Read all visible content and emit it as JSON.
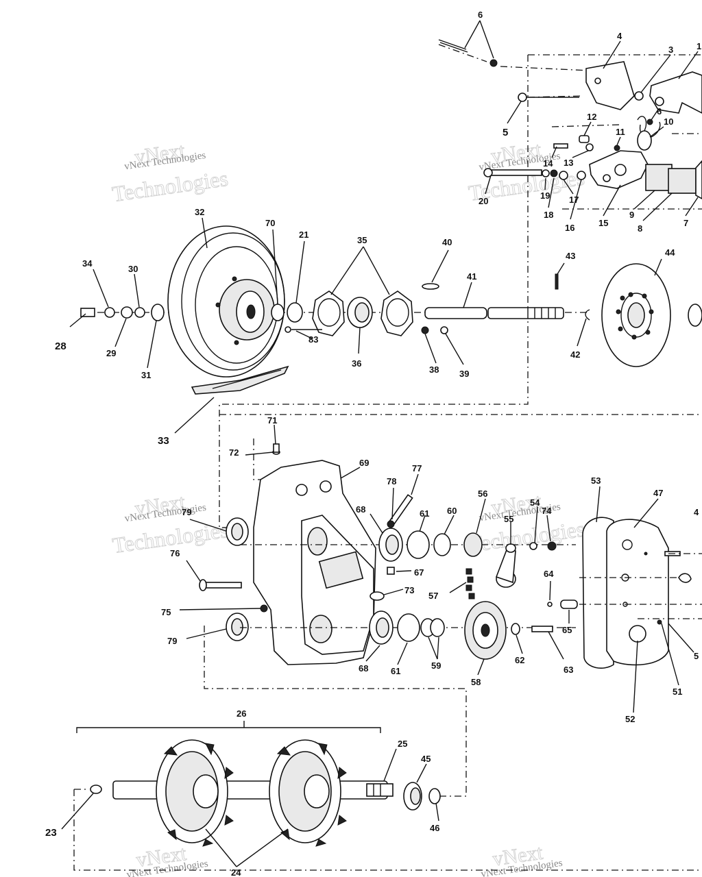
{
  "watermark": {
    "line1": "vNext Technologies",
    "word_a": "vNext",
    "word_b": "Technologies"
  },
  "callouts": {
    "p1": "1",
    "p3": "3",
    "p4": "4",
    "p5": "5",
    "p6": "6",
    "p7": "7",
    "p8": "8",
    "p9": "9",
    "p10": "10",
    "p11": "11",
    "p12": "12",
    "p13": "13",
    "p14": "14",
    "p15": "15",
    "p16": "16",
    "p17": "17",
    "p18": "18",
    "p19": "19",
    "p20": "20",
    "p21": "21",
    "p23": "23",
    "p24": "24",
    "p25": "25",
    "p26": "26",
    "p28": "28",
    "p29": "29",
    "p30": "30",
    "p31": "31",
    "p32": "32",
    "p33": "33",
    "p34": "34",
    "p35": "35",
    "p36": "36",
    "p38": "38",
    "p39": "39",
    "p40": "40",
    "p41": "41",
    "p42": "42",
    "p43": "43",
    "p44": "44",
    "p45": "45",
    "p46": "46",
    "p47": "47",
    "p4b": "4",
    "p51": "51",
    "p52": "52",
    "p53": "53",
    "p54": "54",
    "p55": "55",
    "p56": "56",
    "p57": "57",
    "p58": "58",
    "p59": "59",
    "p5b": "5",
    "p60": "60",
    "p61": "61",
    "p61b": "61",
    "p62": "62",
    "p63": "63",
    "p64": "64",
    "p65": "65",
    "p67": "67",
    "p68": "68",
    "p68b": "68",
    "p69": "69",
    "p70": "70",
    "p71": "71",
    "p72": "72",
    "p73": "73",
    "p74": "74",
    "p75": "75",
    "p76": "76",
    "p77": "77",
    "p78": "78",
    "p79": "79",
    "p79b": "79",
    "p83": "83"
  }
}
